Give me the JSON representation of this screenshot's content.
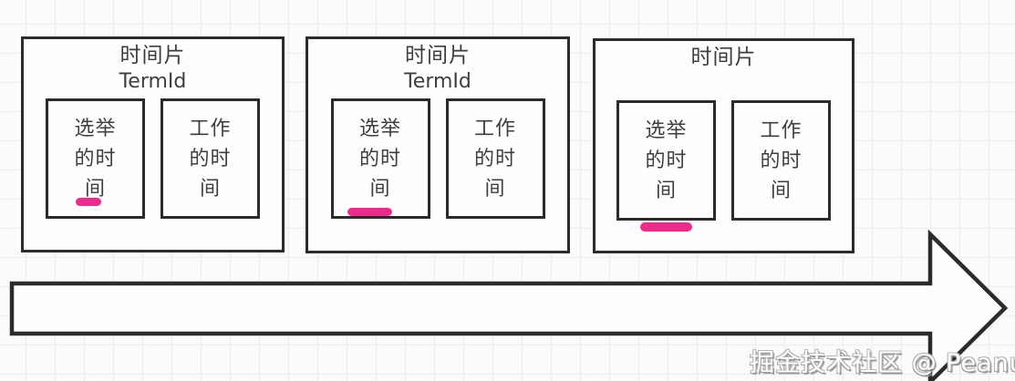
{
  "colors": {
    "background": "#fcfbfb",
    "grid": "#efecec",
    "stroke": "#2b2b2b",
    "text": "#3e3e3e",
    "highlight": "#ee2b8d"
  },
  "panels": [
    {
      "title": "时间片",
      "subtitle": "TermId",
      "election_box": {
        "lines": [
          "选举",
          "的时",
          "间"
        ],
        "highlight": "short-pink-underline"
      },
      "work_box": {
        "lines": [
          "工作",
          "的时",
          "间"
        ]
      }
    },
    {
      "title": "时间片",
      "subtitle": "TermId",
      "election_box": {
        "lines": [
          "选举",
          "的时",
          "间"
        ],
        "highlight": "medium-pink-underline"
      },
      "work_box": {
        "lines": [
          "工作",
          "的时",
          "间"
        ]
      }
    },
    {
      "title": "时间片",
      "subtitle": "",
      "election_box": {
        "lines": [
          "选举",
          "的时",
          "间"
        ],
        "highlight": "long-pink-underline-at-box-bottom"
      },
      "work_box": {
        "lines": [
          "工作",
          "的时",
          "间"
        ]
      }
    }
  ],
  "timeline_arrow": {
    "direction": "right"
  },
  "watermark": {
    "text": "掘金技术社区 @ Peanut"
  }
}
